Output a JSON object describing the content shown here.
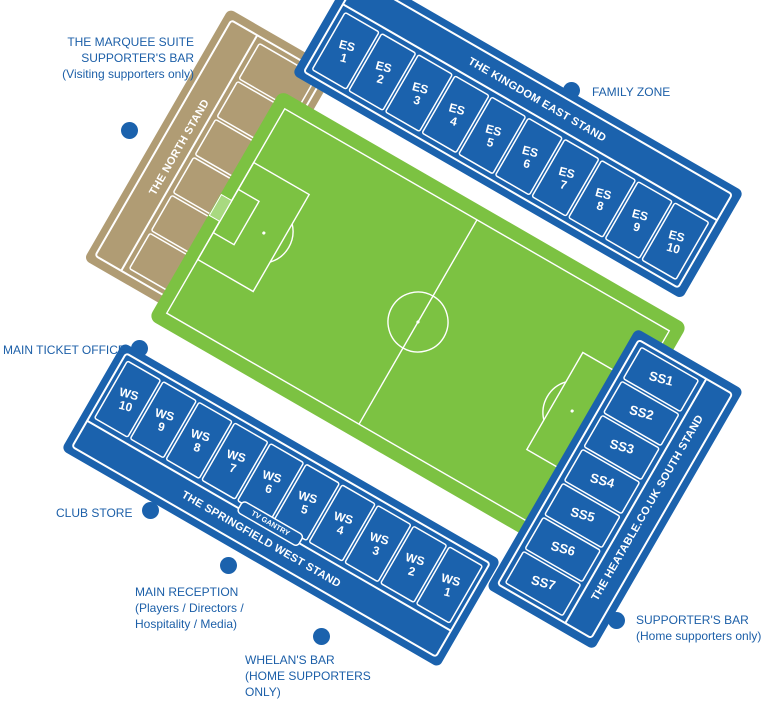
{
  "colors": {
    "stand_blue": "#1b62ad",
    "stand_outline": "#ffffff",
    "north_stand_tan": "#b09c74",
    "pitch_green": "#7cc242",
    "legend_text": "#1c5fa8"
  },
  "stands": {
    "north": {
      "title": "THE NORTH STAND"
    },
    "east": {
      "title": "THE KINGDOM EAST STAND",
      "blocks": [
        {
          "code": "ES",
          "num": "1"
        },
        {
          "code": "ES",
          "num": "2"
        },
        {
          "code": "ES",
          "num": "3"
        },
        {
          "code": "ES",
          "num": "4"
        },
        {
          "code": "ES",
          "num": "5"
        },
        {
          "code": "ES",
          "num": "6"
        },
        {
          "code": "ES",
          "num": "7"
        },
        {
          "code": "ES",
          "num": "8"
        },
        {
          "code": "ES",
          "num": "9"
        },
        {
          "code": "ES",
          "num": "10"
        }
      ]
    },
    "west": {
      "title": "THE SPRINGFIELD WEST STAND",
      "tv_gantry": "TV GANTRY",
      "blocks": [
        {
          "code": "WS",
          "num": "10"
        },
        {
          "code": "WS",
          "num": "9"
        },
        {
          "code": "WS",
          "num": "8"
        },
        {
          "code": "WS",
          "num": "7"
        },
        {
          "code": "WS",
          "num": "6"
        },
        {
          "code": "WS",
          "num": "5"
        },
        {
          "code": "WS",
          "num": "4"
        },
        {
          "code": "WS",
          "num": "3"
        },
        {
          "code": "WS",
          "num": "2"
        },
        {
          "code": "WS",
          "num": "1"
        }
      ]
    },
    "south": {
      "title": "THE HEATABLE.CO.UK SOUTH STAND",
      "blocks": [
        "SS1",
        "SS2",
        "SS3",
        "SS4",
        "SS5",
        "SS6",
        "SS7"
      ]
    }
  },
  "legend": {
    "marquee": {
      "line1": "THE MARQUEE SUITE",
      "line2": "SUPPORTER'S BAR",
      "line3": "(Visiting supporters only)"
    },
    "family_zone": "FAMILY ZONE",
    "main_ticket_office": "MAIN TICKET OFFICE",
    "club_store": "CLUB STORE",
    "main_reception": {
      "line1": "MAIN RECEPTION",
      "line2": "(Players / Directors /",
      "line3": "Hospitality / Media)"
    },
    "whelans_bar": {
      "line1": "WHELAN'S BAR",
      "line2": "(HOME SUPPORTERS",
      "line3": "ONLY)"
    },
    "supporters_bar": {
      "line1": "SUPPORTER'S BAR",
      "line2": "(Home supporters only)"
    }
  }
}
